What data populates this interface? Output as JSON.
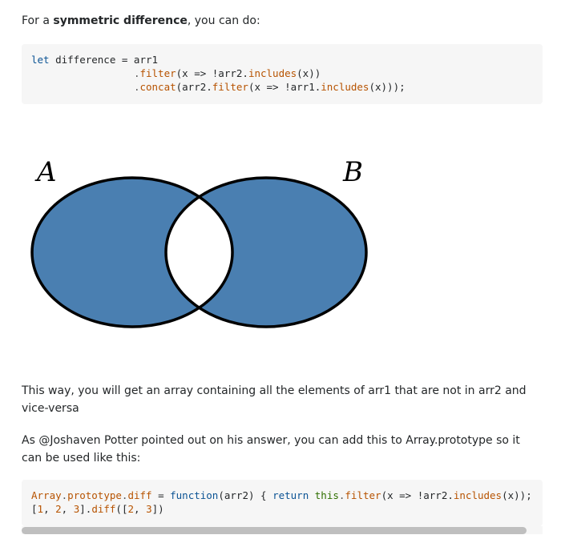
{
  "intro": {
    "prefix": "For a ",
    "bold": "symmetric difference",
    "suffix": ", you can do:"
  },
  "code1": {
    "line1_kw": "let",
    "line1_rest": " difference = arr1",
    "line2_indent": "                 ",
    "line2_dot": ".",
    "line2_fn": "filter",
    "line2_rest_a": "(x => !arr2.",
    "line2_fn2": "includes",
    "line2_rest_b": "(x))",
    "line3_indent": "                 ",
    "line3_dot": ".",
    "line3_fn": "concat",
    "line3_rest_a": "(arr2.",
    "line3_fn2": "filter",
    "line3_rest_b": "(x => !arr1.",
    "line3_fn3": "includes",
    "line3_rest_c": "(x)));"
  },
  "venn": {
    "label_a": "A",
    "label_b": "B",
    "fill_color": "#4a7fb1",
    "stroke_color": "#000000"
  },
  "para1": "This way, you will get an array containing all the elements of arr1 that are not in arr2 and vice-versa",
  "para2": "As @Joshaven Potter pointed out on his answer, you can add this to Array.prototype so it can be used like this:",
  "code2": {
    "line1_a": "Array",
    "line1_b": ".",
    "line1_c": "prototype",
    "line1_d": ".",
    "line1_e": "diff",
    "line1_f": " = ",
    "line1_g": "function",
    "line1_h": "(arr2) { ",
    "line1_i": "return",
    "line1_j": " ",
    "line1_k": "this",
    "line1_l": ".",
    "line1_m": "filter",
    "line1_n": "(x => !arr2.",
    "line1_o": "includes",
    "line1_p": "(x));",
    "line2_a": "[",
    "line2_b": "1",
    "line2_c": ", ",
    "line2_d": "2",
    "line2_e": ", ",
    "line2_f": "3",
    "line2_g": "].",
    "line2_h": "diff",
    "line2_i": "([",
    "line2_j": "2",
    "line2_k": ", ",
    "line2_l": "3",
    "line2_m": "])"
  }
}
